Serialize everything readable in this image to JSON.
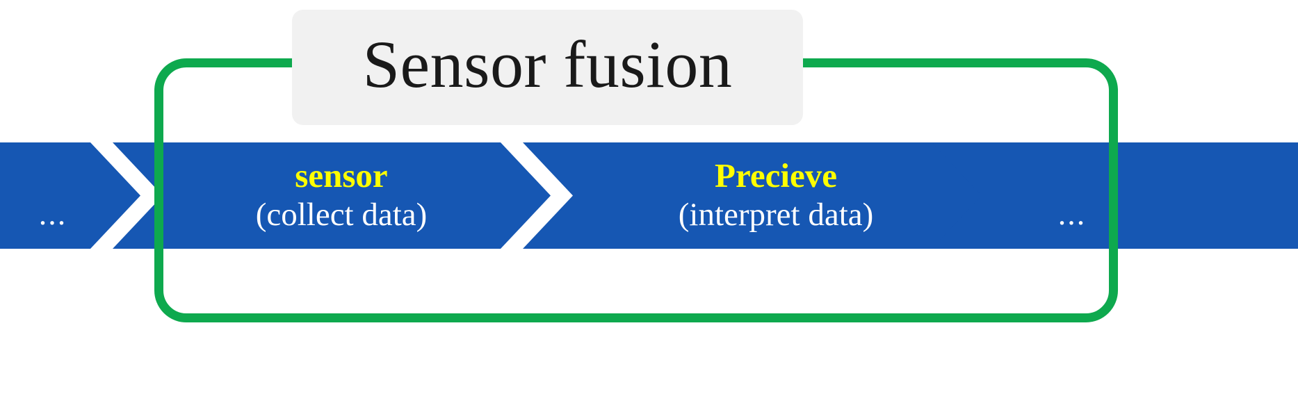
{
  "diagram": {
    "title": "Sensor fusion",
    "background_color": "#FFFFFF",
    "group": {
      "label": "Sensor fusion",
      "label_background_color": "#F1F1F1",
      "label_text_color": "#1A1A1A",
      "frame_color": "#0EA94E",
      "frame_style": "rounded-rectangle"
    },
    "pipeline": {
      "arrow_color": "#1657B3",
      "title_color": "#FFFF00",
      "subtitle_color": "#FFFFFF",
      "steps": [
        {
          "id": "before",
          "kind": "continuation",
          "title": "...",
          "subtitle": "",
          "in_group": false
        },
        {
          "id": "sensor",
          "kind": "stage",
          "title": "sensor",
          "subtitle": "(collect data)",
          "in_group": true
        },
        {
          "id": "precieve",
          "kind": "stage",
          "title": "Precieve",
          "subtitle": "(interpret data)",
          "in_group": true
        },
        {
          "id": "after",
          "kind": "continuation",
          "title": "...",
          "subtitle": "",
          "in_group": false
        }
      ]
    }
  }
}
